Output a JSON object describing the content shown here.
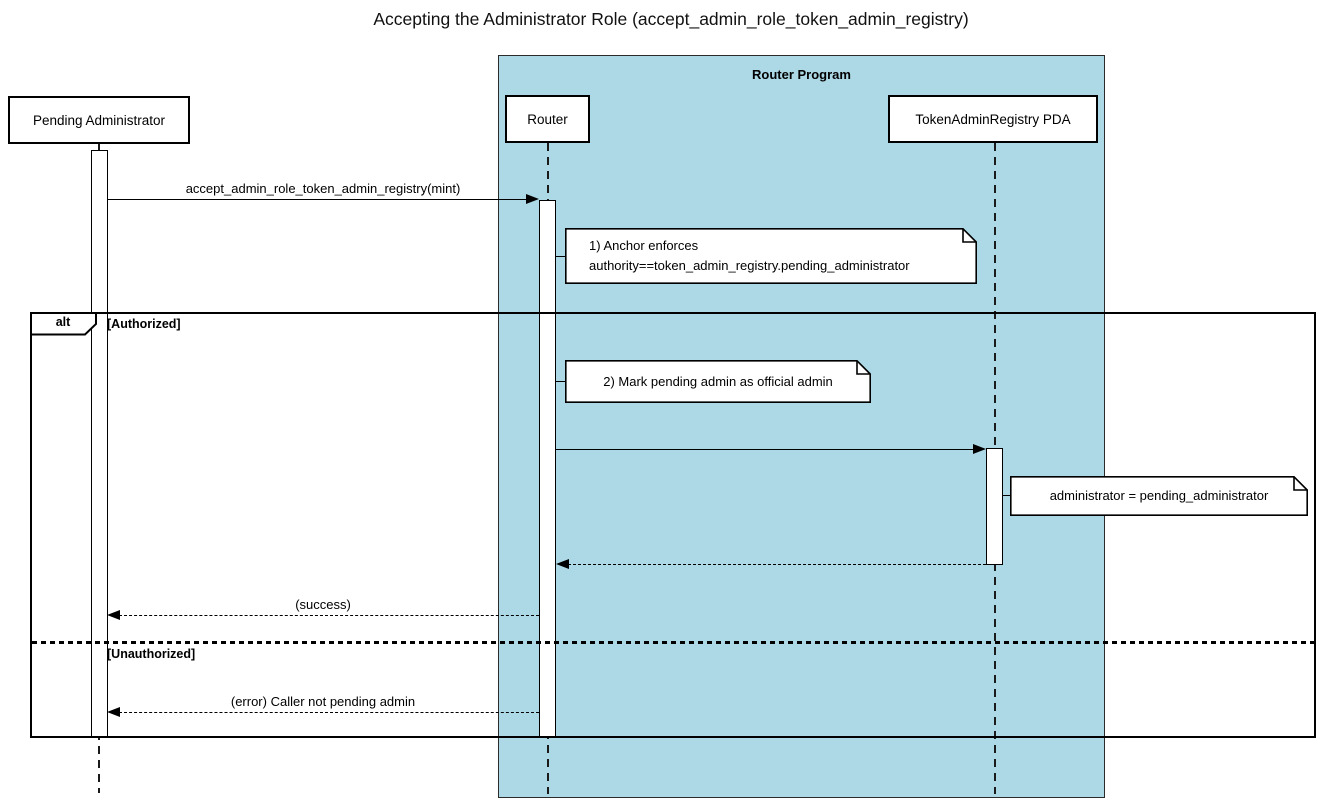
{
  "title": "Accepting the Administrator Role (accept_admin_role_token_admin_registry)",
  "container": {
    "label": "Router Program",
    "fill": "#add8e6"
  },
  "participants": {
    "pending_admin": {
      "label": "Pending Administrator"
    },
    "router": {
      "label": "Router"
    },
    "pda": {
      "label": "TokenAdminRegistry PDA"
    }
  },
  "messages": {
    "call": {
      "label": "accept_admin_role_token_admin_registry(mint)",
      "from": "Pending Administrator",
      "to": "Router",
      "style": "solid"
    },
    "update": {
      "label": "",
      "from": "Router",
      "to": "TokenAdminRegistry PDA",
      "style": "solid"
    },
    "update_return": {
      "label": "",
      "from": "TokenAdminRegistry PDA",
      "to": "Router",
      "style": "dashed"
    },
    "success": {
      "label": "(success)",
      "from": "Router",
      "to": "Pending Administrator",
      "style": "dashed"
    },
    "error": {
      "label": "(error) Caller not pending admin",
      "from": "Router",
      "to": "Pending Administrator",
      "style": "dashed"
    }
  },
  "notes": {
    "anchor_check": {
      "line1": "1) Anchor enforces",
      "line2": "authority==token_admin_registry.pending_administrator"
    },
    "mark_admin": {
      "text": "2) Mark pending admin as official admin"
    },
    "assignment": {
      "text": "administrator = pending_administrator"
    }
  },
  "alt_frame": {
    "operator": "alt",
    "guard_authorized": "[Authorized]",
    "guard_unauthorized": "[Unauthorized]"
  },
  "colors": {
    "container_fill": "#add8e6",
    "line": "#000000",
    "note_fill": "#ffffff"
  }
}
